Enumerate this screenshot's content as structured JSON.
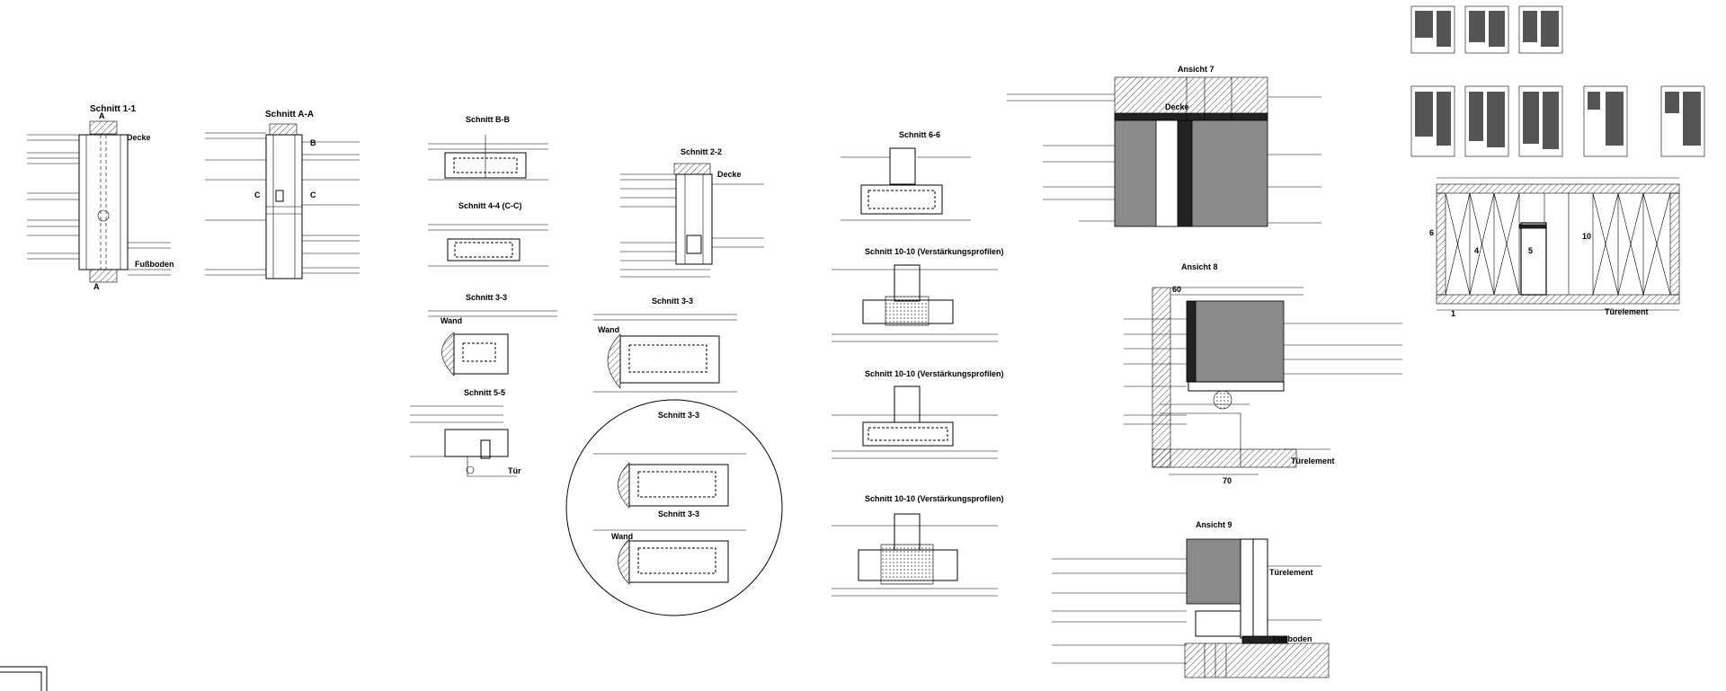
{
  "sheet": {
    "titles": {
      "schnitt_1_1": "Schnitt 1-1",
      "schnitt_a_a": "Schnitt A-A",
      "schnitt_b_b": "Schnitt B-B",
      "schnitt_4_4": "Schnitt 4-4 (C-C)",
      "schnitt_2_2": "Schnitt 2-2",
      "schnitt_3_3a": "Schnitt 3-3",
      "schnitt_3_3b": "Schnitt 3-3",
      "schnitt_3_3c": "Schnitt 3-3",
      "schnitt_3_3d": "Schnitt 3-3",
      "schnitt_5_5": "Schnitt 5-5",
      "schnitt_6_6": "Schnitt 6-6",
      "schnitt_10_10a": "Schnitt 10-10 (Verstärkungsprofilen)",
      "schnitt_10_10b": "Schnitt 10-10 (Verstärkungsprofilen)",
      "schnitt_10_10c": "Schnitt 10-10 (Verstärkungsprofilen)",
      "ansicht_7": "Ansicht 7",
      "ansicht_8": "Ansicht 8",
      "ansicht_9": "Ansicht 9"
    },
    "labels": {
      "decke": "Decke",
      "wand": "Wand",
      "fussboden": "Fußboden",
      "tur": "Tür",
      "turelement": "Türelement"
    },
    "markers": {
      "a": "A",
      "b": "B",
      "c": "C",
      "dim_6": "6",
      "dim_4": "4",
      "dim_5": "5",
      "dim_10": "10",
      "dim_1": "1",
      "dim_70": "70",
      "dim_60": "60"
    }
  }
}
